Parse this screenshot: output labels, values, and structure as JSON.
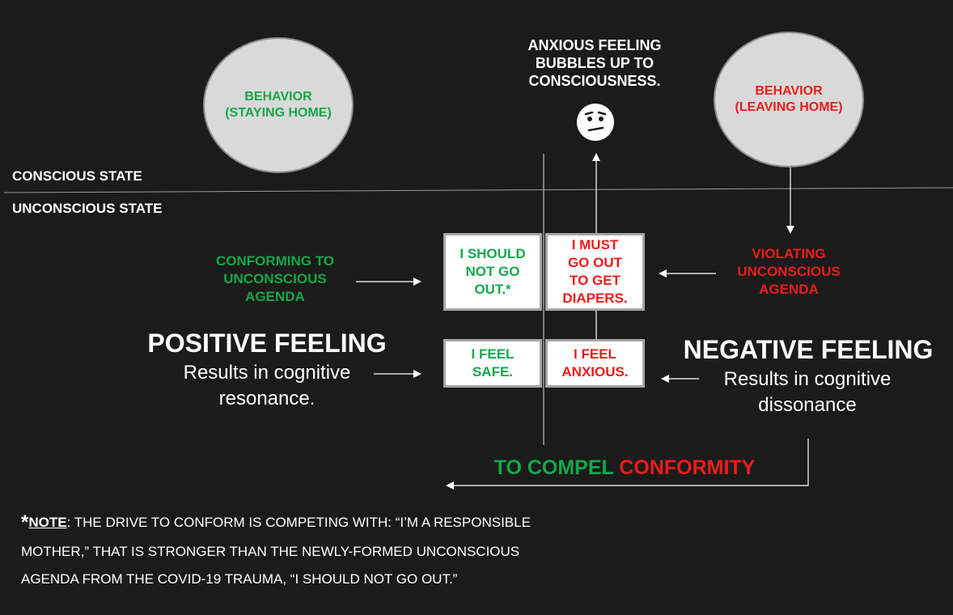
{
  "behavior_left": {
    "line1": "BEHAVIOR",
    "line2": "(STAYING HOME)"
  },
  "behavior_right": {
    "line1": "BEHAVIOR",
    "line2": "(LEAVING HOME)"
  },
  "anxious_bubble": [
    "ANXIOUS FEELING",
    "BUBBLES UP TO",
    "CONSCIOUSNESS."
  ],
  "face_icon": "worried-face-icon",
  "states": {
    "conscious": "CONSCIOUS STATE",
    "unconscious": "UNCONSCIOUS STATE"
  },
  "conforming": [
    "CONFORMING TO",
    "UNCONSCIOUS",
    "AGENDA"
  ],
  "violating": [
    "VIOLATING",
    "UNCONSCIOUS",
    "AGENDA"
  ],
  "boxes": {
    "should_not": [
      "I SHOULD",
      "NOT GO",
      "OUT.*"
    ],
    "must_go": [
      "I MUST",
      "GO OUT",
      "TO GET",
      "DIAPERS."
    ],
    "feel_safe": [
      "I FEEL",
      "SAFE."
    ],
    "feel_anxious": [
      "I FEEL",
      "ANXIOUS."
    ]
  },
  "positive": {
    "title": "POSITIVE FEELING",
    "line1": "Results in cognitive",
    "line2": "resonance."
  },
  "negative": {
    "title": "NEGATIVE FEELING",
    "line1": "Results in cognitive",
    "line2": "dissonance"
  },
  "compel": {
    "part1": "TO COMPEL",
    "part2": "CONFORMITY"
  },
  "note": {
    "star": "*",
    "label": "NOTE",
    "line1_rest": ":  THE DRIVE TO CONFORM  IS COMPETING WITH:  “I’M A RESPONSIBLE",
    "line2": "MOTHER,” THAT IS STRONGER THAN THE NEWLY-FORMED UNCONSCIOUS",
    "line3": "AGENDA FROM THE  COVID-19 TRAUMA, “I SHOULD NOT GO OUT.”"
  },
  "colors": {
    "green": "#13a84a",
    "red": "#ec1c1c",
    "background": "#1b1b1b",
    "circle": "#d9d9d9"
  }
}
